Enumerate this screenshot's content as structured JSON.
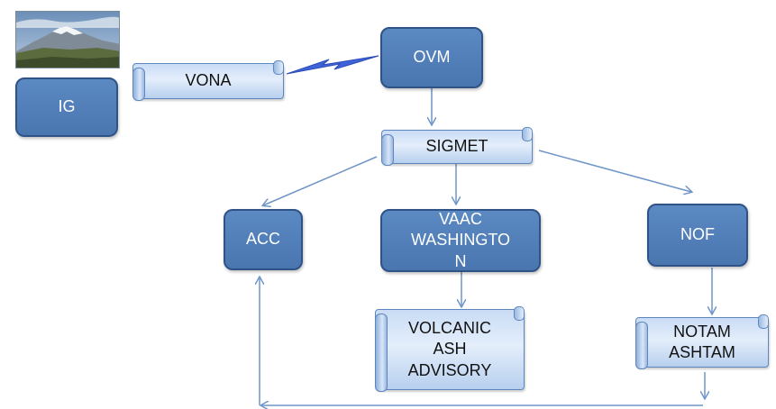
{
  "nodes": {
    "ig": {
      "label": "IG"
    },
    "ovm": {
      "label": "OVM"
    },
    "vona": {
      "label": "VONA"
    },
    "sigmet": {
      "label": "SIGMET"
    },
    "acc": {
      "label": "ACC"
    },
    "vaac": {
      "label_lines": [
        "VAAC",
        "WASHINGTO",
        "N"
      ]
    },
    "nof": {
      "label": "NOF"
    },
    "volcanic_ash_advisory": {
      "label_lines": [
        "VOLCANIC",
        "ASH",
        "ADVISORY"
      ]
    },
    "notam_ashtam": {
      "label_lines": [
        "NOTAM",
        "ASHTAM"
      ]
    }
  },
  "colors": {
    "box_fill": "#4f7db7",
    "box_border": "#2f5287",
    "scroll_fill": "#d6e4f7",
    "arrow": "#6f95c9",
    "lightning": "#3f63d8"
  },
  "icons": {
    "photo": "volcano-landscape-photo",
    "link": "lightning-bolt-icon"
  }
}
